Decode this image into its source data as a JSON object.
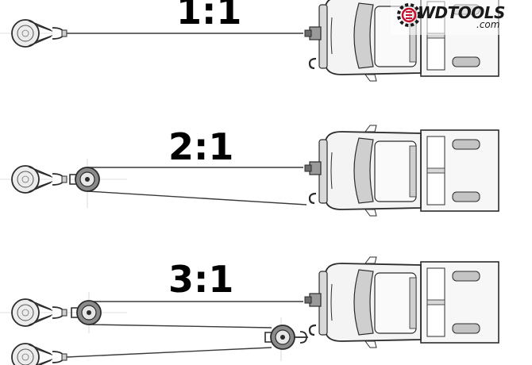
{
  "diagram": {
    "panels": [
      {
        "ratio": "1:1"
      },
      {
        "ratio": "2:1"
      },
      {
        "ratio": "3:1"
      }
    ]
  },
  "watermark": {
    "brand": "WDTOOLS",
    "domain": ".com",
    "accent": "#c8102e"
  },
  "colors": {
    "line": "#2b2b2b",
    "truck_fill": "#f4f4f4",
    "truck_shade": "#bdbdbd",
    "cable": "#3a3a3a"
  }
}
